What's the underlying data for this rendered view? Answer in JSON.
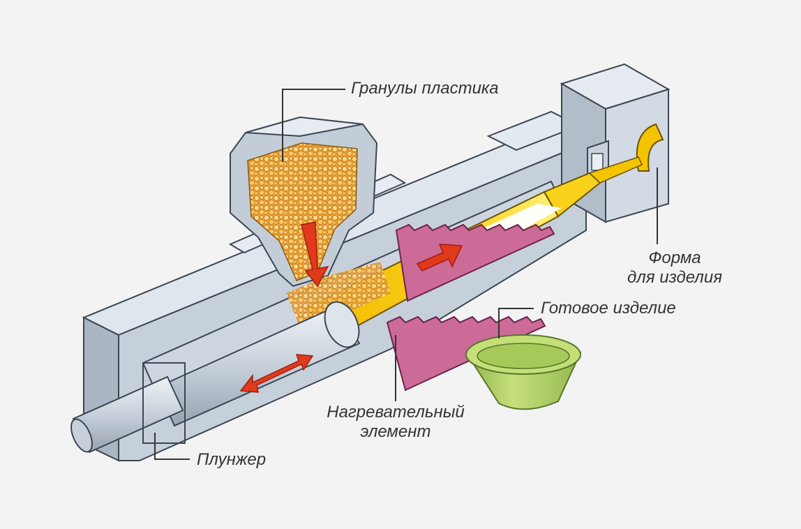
{
  "labels": {
    "granules": "Гранулы пластика",
    "mold_line1": "Форма",
    "mold_line2": "для изделия",
    "product": "Готовое изделие",
    "heater_line1": "Нагревательный",
    "heater_line2": "элемент",
    "plunger": "Плунжер"
  },
  "colors": {
    "machine_face": "#c9d3de",
    "machine_top": "#dde4ec",
    "machine_side": "#aab6c4",
    "outline": "#3c4652",
    "melt": "#f5c400",
    "melt_light": "#ffe96a",
    "granule": "#f0a830",
    "heater": "#c9608f",
    "arrow": "#e03a1c",
    "product": "#b7d66a",
    "product_dark": "#8fb44a",
    "leader": "#333333"
  }
}
